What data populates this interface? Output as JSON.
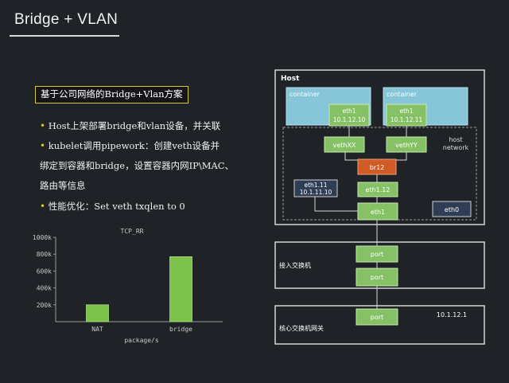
{
  "slide": {
    "title": "Bridge + VLAN",
    "subtitle": "基于公司网络的Bridge+Vlan方案",
    "bullets": [
      "Host上架部署bridge和vlan设备，并关联",
      "kubelet调用pipework：创建veth设备并",
      "性能优化：Set veth txqlen to 0"
    ],
    "bullet2_cont": [
      "绑定到容器和bridge，设置容器内网IP\\MAC、",
      "路由等信息"
    ]
  },
  "chart_data": {
    "type": "bar",
    "title": "TCP_RR",
    "xlabel": "package/s",
    "ylabel": "",
    "categories": [
      "NAT",
      "bridge"
    ],
    "values": [
      200,
      770
    ],
    "ylim": [
      0,
      1000
    ],
    "yticks": [
      200,
      400,
      600,
      800,
      1000
    ],
    "ytick_labels": [
      "200k",
      "400k",
      "600k",
      "800k",
      "1000k"
    ],
    "bar_color": "#7dc24a"
  },
  "diagram": {
    "host_label": "Host",
    "host_network_label": [
      "host",
      "network"
    ],
    "containers": [
      {
        "label": "container",
        "eth_name": "eth1",
        "eth_ip": "10.1.12.10"
      },
      {
        "label": "container",
        "eth_name": "eth1",
        "eth_ip": "10.1.12.11"
      }
    ],
    "veths": [
      "vethXX",
      "vethYY"
    ],
    "bridge": "br12",
    "vlan_if": "eth1.12",
    "host_vlan11": {
      "name": "eth1.11",
      "ip": "10.1.11.10"
    },
    "phys_if": "eth1",
    "eth0": "eth0",
    "access_switch": {
      "label": "接入交换机",
      "ports": [
        "port",
        "port"
      ]
    },
    "core_switch": {
      "label": "核心交换机网关",
      "port": "port",
      "ip": "10.1.12.1"
    },
    "colors": {
      "container": "#86c6d8",
      "green": "#86c265",
      "bridge": "#d15b26",
      "dark_box": "#2f3d55"
    }
  }
}
